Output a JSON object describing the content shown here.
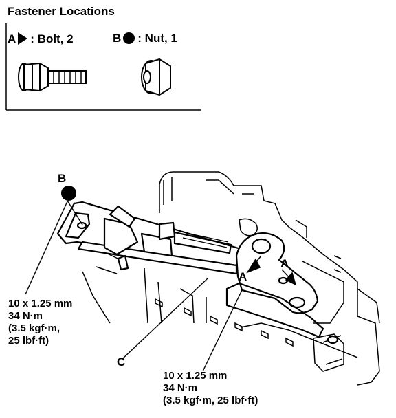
{
  "legend": {
    "title": "Fastener Locations",
    "a_letter": "A",
    "a_text": ": Bolt, 2",
    "b_letter": "B",
    "b_text": ": Nut, 1"
  },
  "callouts": {
    "a": "A",
    "b": "B",
    "c": "C"
  },
  "torque_left": {
    "line1": "10 x 1.25 mm",
    "line2": "34 N·m",
    "line3": "(3.5 kgf·m,",
    "line4": "25 lbf·ft)"
  },
  "torque_right": {
    "line1": "10 x 1.25 mm",
    "line2": "34 N·m",
    "line3": "(3.5 kgf·m, 25 lbf·ft)"
  }
}
